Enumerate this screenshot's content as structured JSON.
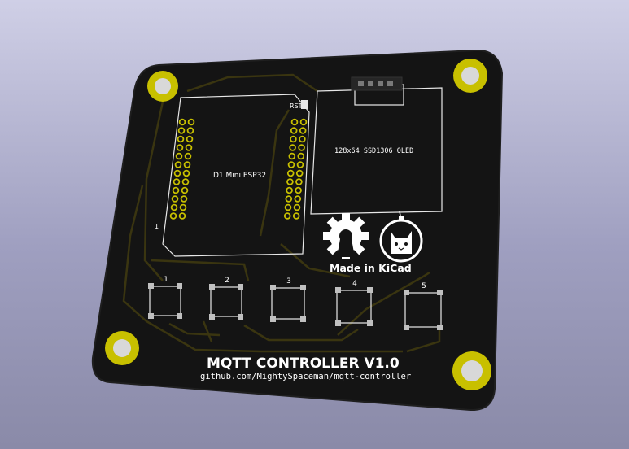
{
  "board": {
    "title": "MQTT CONTROLLER V1.0",
    "url": "github.com/MightySpaceman/mqtt-controller",
    "mcu_label": "D1 Mini ESP32",
    "pin1_label": "1",
    "rst_label": "RST",
    "oled_label": "128x64 SSD1306 OLED",
    "made_with": "Made in KiCad",
    "buttons": [
      {
        "label": "1"
      },
      {
        "label": "2"
      },
      {
        "label": "3"
      },
      {
        "label": "4"
      },
      {
        "label": "5"
      }
    ]
  },
  "colors": {
    "background": "#a8a8c8",
    "soldermask": "#141414",
    "copper_trace": "#3a3510",
    "pad_gold": "#c8c000",
    "silkscreen": "#ffffff",
    "smd_pad": "#c0c0c0"
  },
  "icons": [
    "open-hardware-gear-icon",
    "kicad-cat-logo-icon"
  ]
}
